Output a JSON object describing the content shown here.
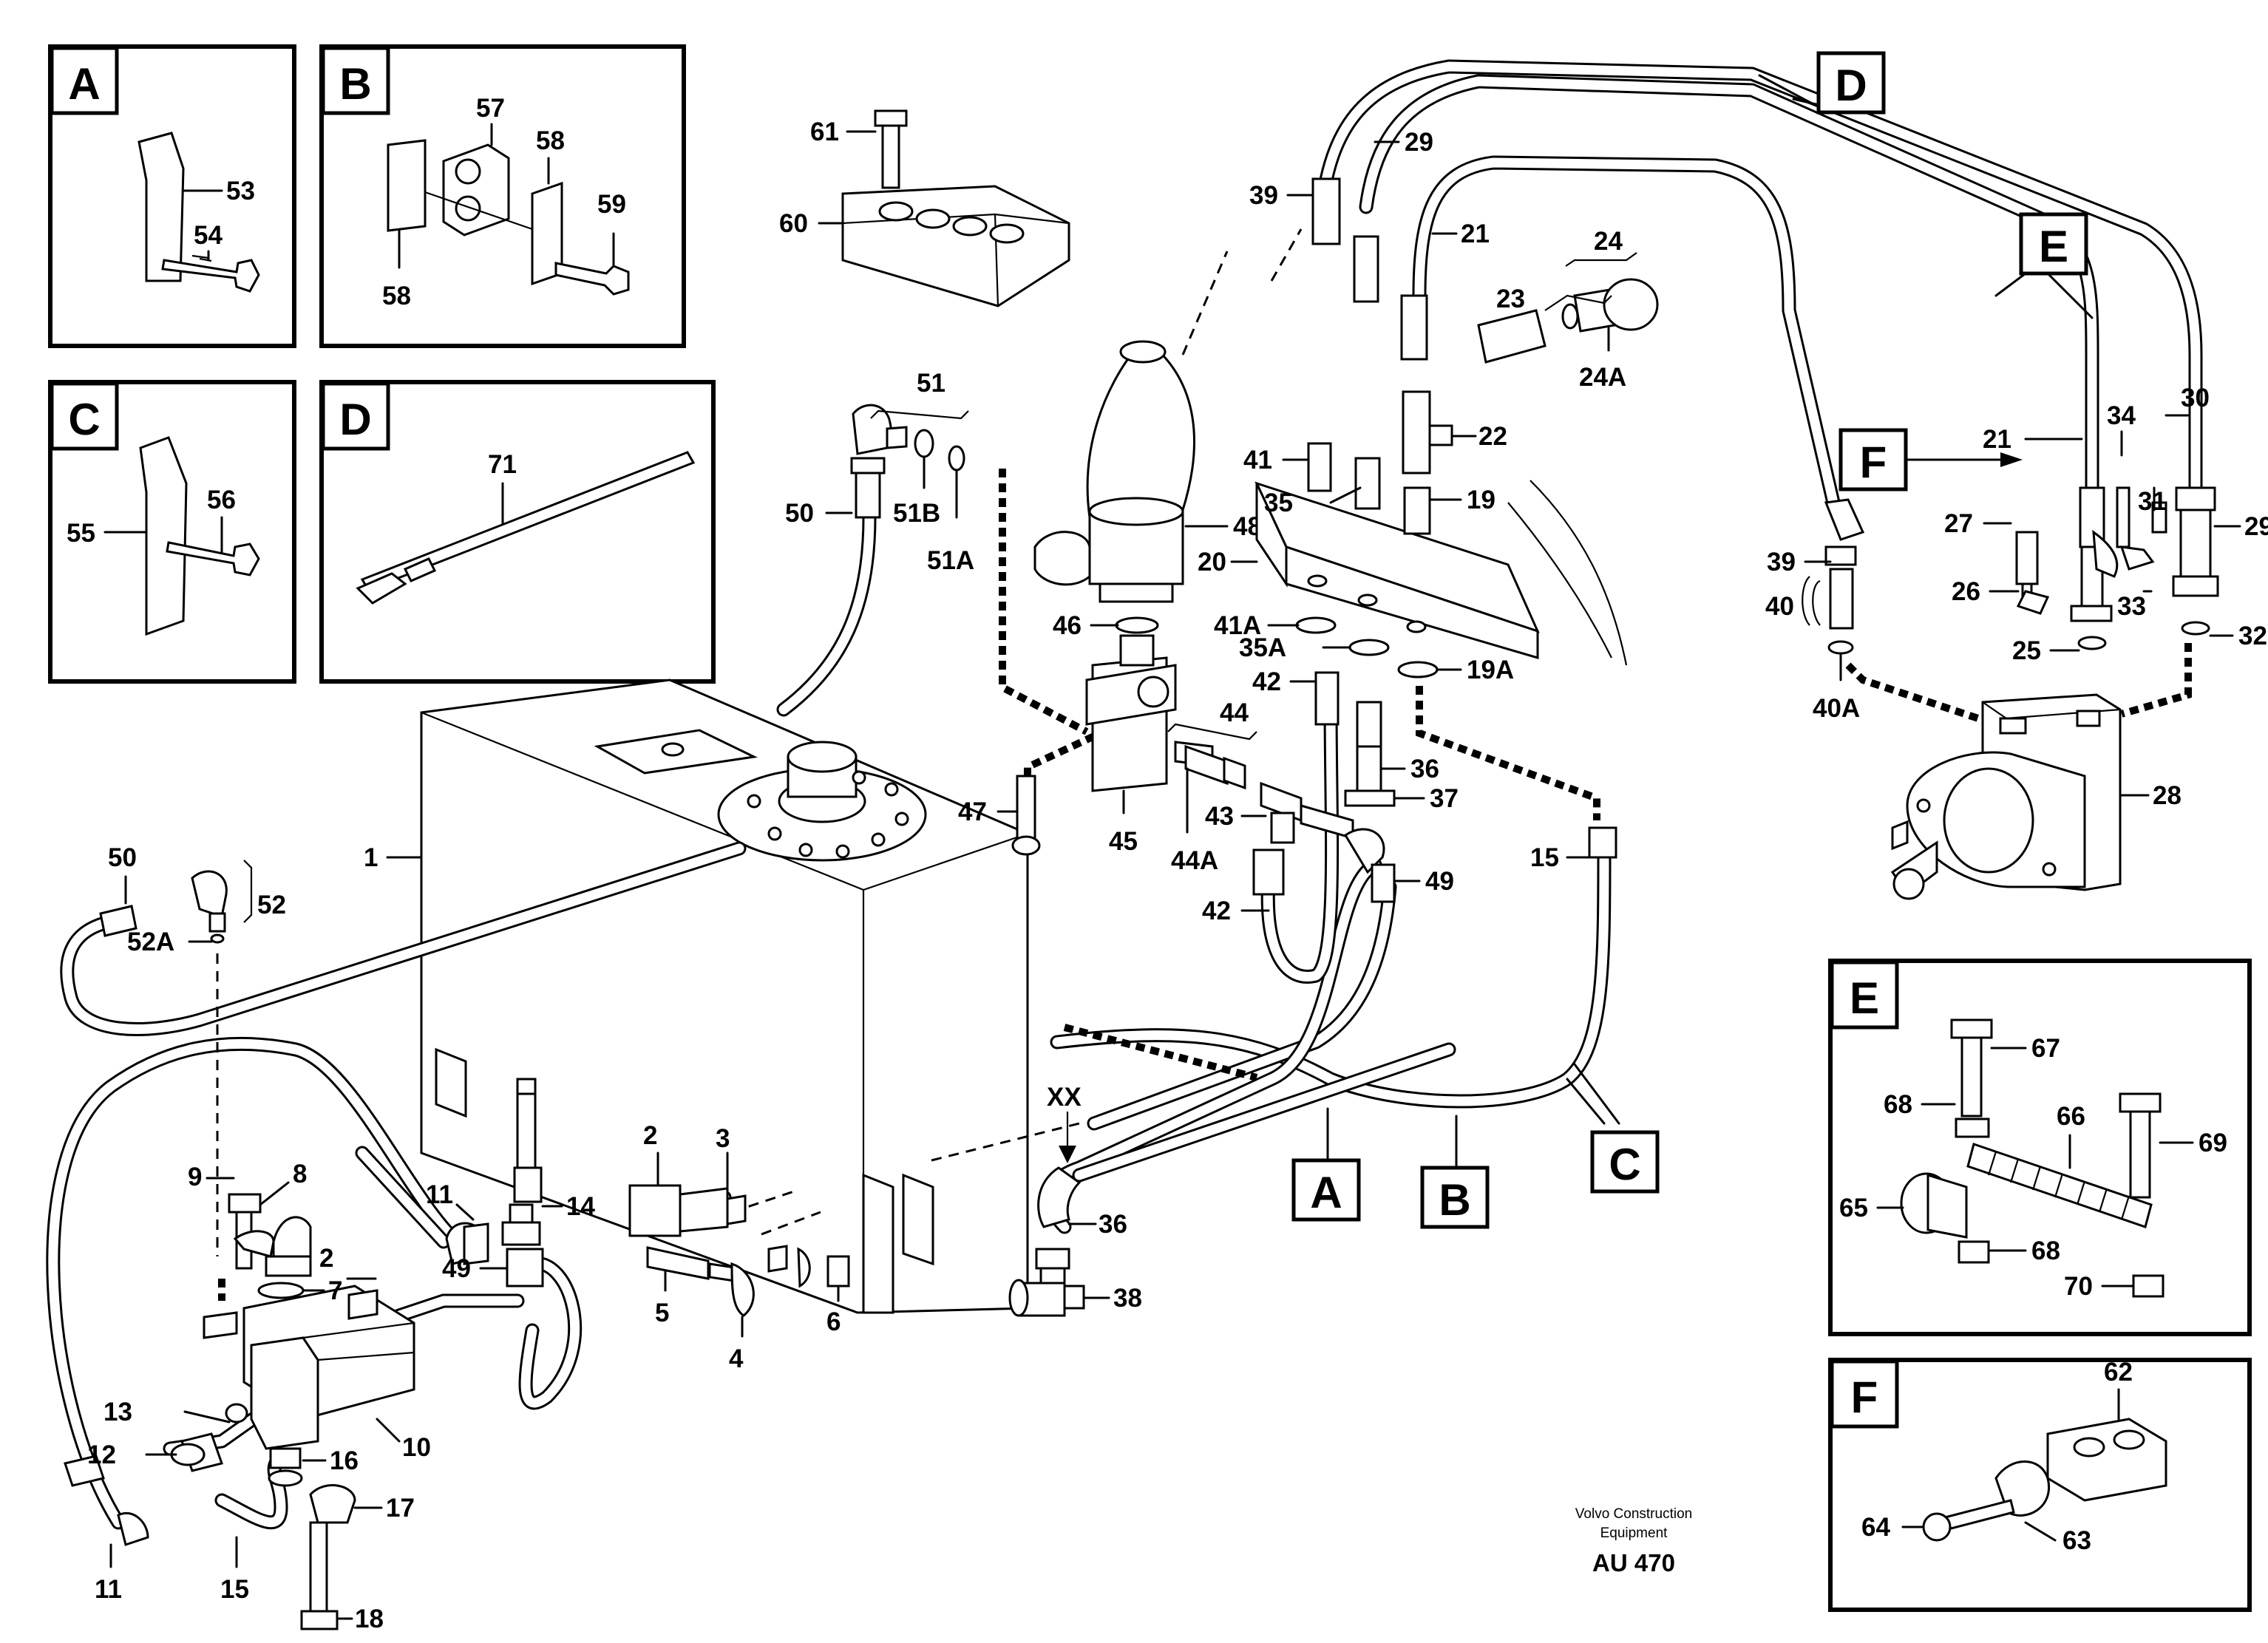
{
  "footer": {
    "company_line1": "Volvo Construction",
    "company_line2": "Equipment",
    "code": "AU 470"
  },
  "detail_panels": [
    {
      "letter": "A"
    },
    {
      "letter": "B"
    },
    {
      "letter": "C"
    },
    {
      "letter": "D"
    },
    {
      "letter": "E"
    },
    {
      "letter": "F"
    }
  ],
  "callout_tags": {
    "a": "A",
    "b": "B",
    "c": "C",
    "d": "D",
    "e": "E",
    "f": "F",
    "xx": "XX"
  },
  "labels": {
    "p1": "1",
    "p2a": "2",
    "p2b": "2",
    "p3": "3",
    "p4": "4",
    "p5": "5",
    "p6": "6",
    "p7": "7",
    "p8": "8",
    "p9": "9",
    "p10": "10",
    "p11a": "11",
    "p11b": "11",
    "p12": "12",
    "p13": "13",
    "p14": "14",
    "p15a": "15",
    "p15b": "15",
    "p16": "16",
    "p17": "17",
    "p18": "18",
    "p19": "19",
    "p19A": "19A",
    "p20": "20",
    "p21a": "21",
    "p21b": "21",
    "p22": "22",
    "p23": "23",
    "p24": "24",
    "p24A": "24A",
    "p25": "25",
    "p26": "26",
    "p27": "27",
    "p28": "28",
    "p29a": "29",
    "p29b": "29",
    "p30": "30",
    "p31": "31",
    "p32": "32",
    "p33": "33",
    "p34": "34",
    "p35": "35",
    "p35A": "35A",
    "p36a": "36",
    "p36b": "36",
    "p37": "37",
    "p38": "38",
    "p39a": "39",
    "p39b": "39",
    "p40": "40",
    "p40A": "40A",
    "p41": "41",
    "p41A": "41A",
    "p42a": "42",
    "p42b": "42",
    "p43": "43",
    "p44": "44",
    "p44A": "44A",
    "p45": "45",
    "p46": "46",
    "p47": "47",
    "p48": "48",
    "p49a": "49",
    "p49b": "49",
    "p50a": "50",
    "p50b": "50",
    "p51": "51",
    "p51A": "51A",
    "p51B": "51B",
    "p52": "52",
    "p52A": "52A",
    "p53": "53",
    "p54": "54",
    "p55": "55",
    "p56": "56",
    "p57": "57",
    "p58a": "58",
    "p58b": "58",
    "p59": "59",
    "p60": "60",
    "p61": "61",
    "p62": "62",
    "p63": "63",
    "p64": "64",
    "p65": "65",
    "p66": "66",
    "p67": "67",
    "p68a": "68",
    "p68b": "68",
    "p69": "69",
    "p70": "70",
    "p71": "71"
  }
}
